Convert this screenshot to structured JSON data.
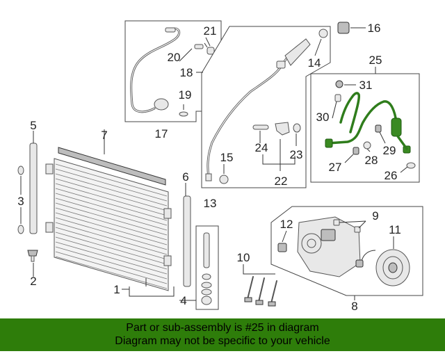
{
  "diagram": {
    "callouts": {
      "n1": "1",
      "n2": "2",
      "n3": "3",
      "n4": "4",
      "n5": "5",
      "n6": "6",
      "n7": "7",
      "n8": "8",
      "n9": "9",
      "n10": "10",
      "n11": "11",
      "n12": "12",
      "n13": "13",
      "n14": "14",
      "n15": "15",
      "n16": "16",
      "n17": "17",
      "n18": "18",
      "n19": "19",
      "n20": "20",
      "n21": "21",
      "n22": "22",
      "n23": "23",
      "n24": "24",
      "n25": "25",
      "n26": "26",
      "n27": "27",
      "n28": "28",
      "n29": "29",
      "n30": "30",
      "n31": "31"
    },
    "highlight_color": "#2f7d1c"
  },
  "banner": {
    "line1": "Part or sub-assembly is #25 in diagram",
    "line2": "Diagram may not be specific to your vehicle",
    "background": "#2e7d0a"
  }
}
